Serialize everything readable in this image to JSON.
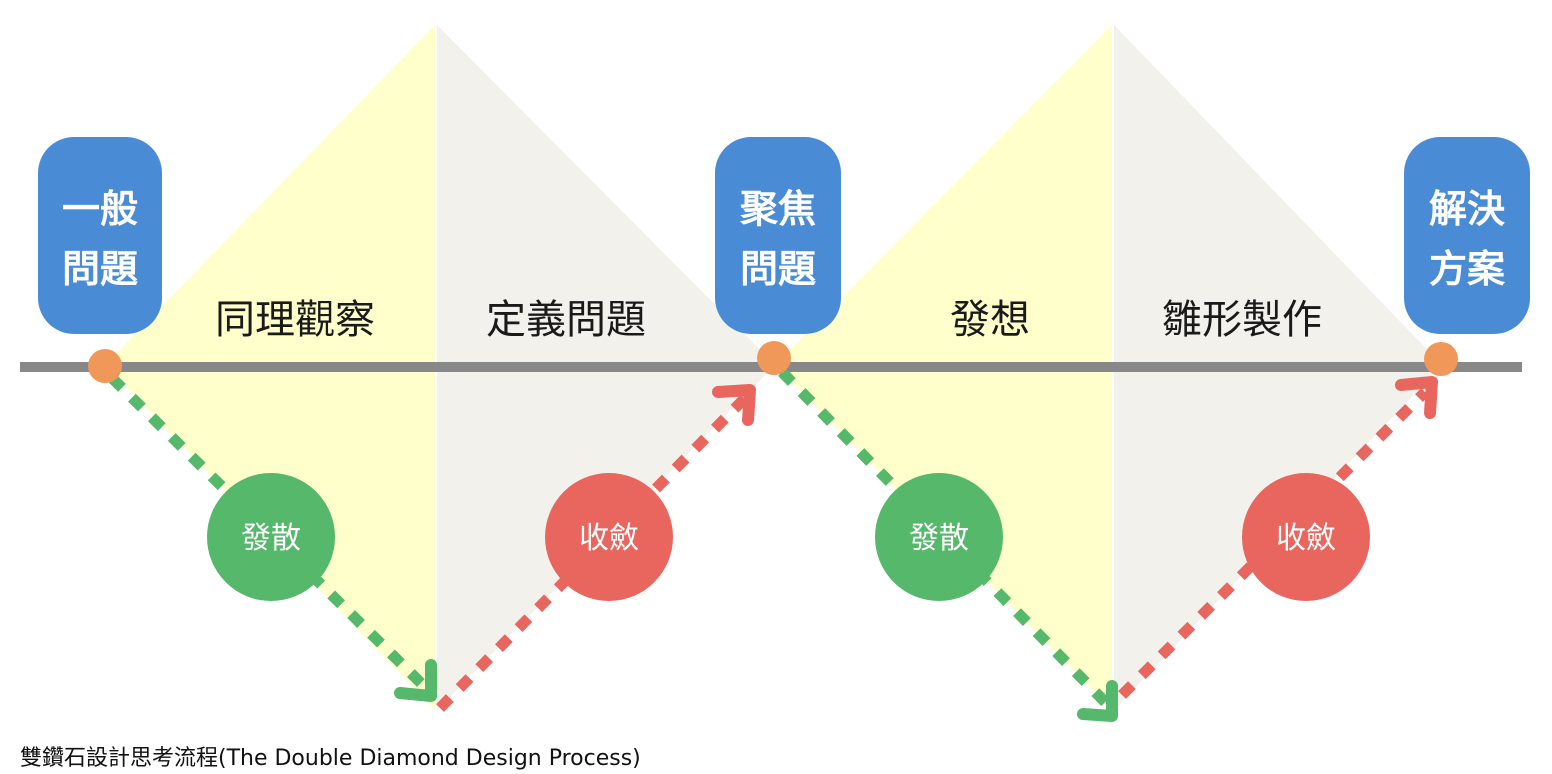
{
  "colors": {
    "diverge_fill": "#FFFFCC",
    "converge_fill": "#F3F1EC",
    "timeline": "#888888",
    "milestone_dot": "#F0985A",
    "stage_box": "#4A8BD6",
    "diverge_color": "#55B86A",
    "converge_color": "#E8665E"
  },
  "stages": [
    {
      "line1": "一般",
      "line2": "問題"
    },
    {
      "line1": "聚焦",
      "line2": "問題"
    },
    {
      "line1": "解決",
      "line2": "方案"
    }
  ],
  "phases": [
    "同理觀察",
    "定義問題",
    "發想",
    "雛形製作"
  ],
  "modes": [
    "發散",
    "收斂",
    "發散",
    "收斂"
  ],
  "caption": "雙鑽石設計思考流程(The Double Diamond Design Process)"
}
